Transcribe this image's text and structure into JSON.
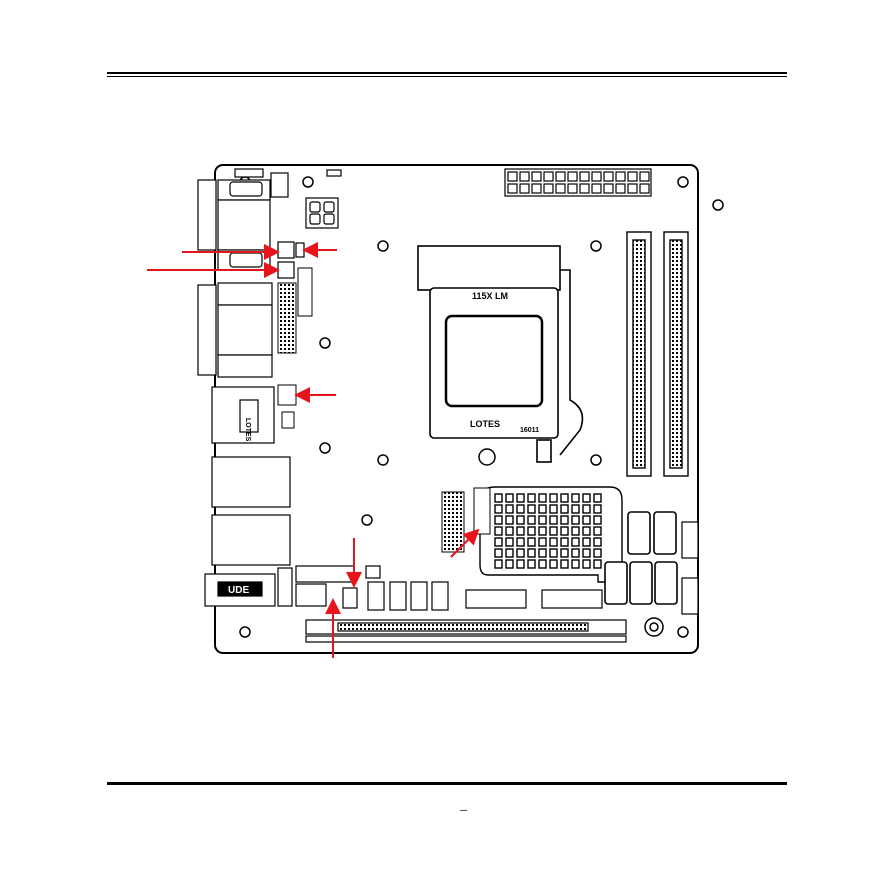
{
  "board": {
    "socket_label": "115X LM",
    "socket_brand": "LOTES",
    "socket_code": "16011",
    "audio_label": "UDE",
    "lan_label": "LOTES"
  },
  "footer": {
    "page_number": "_"
  },
  "colors": {
    "arrow": "#e8141b",
    "outline": "#000000",
    "background": "#ffffff"
  }
}
